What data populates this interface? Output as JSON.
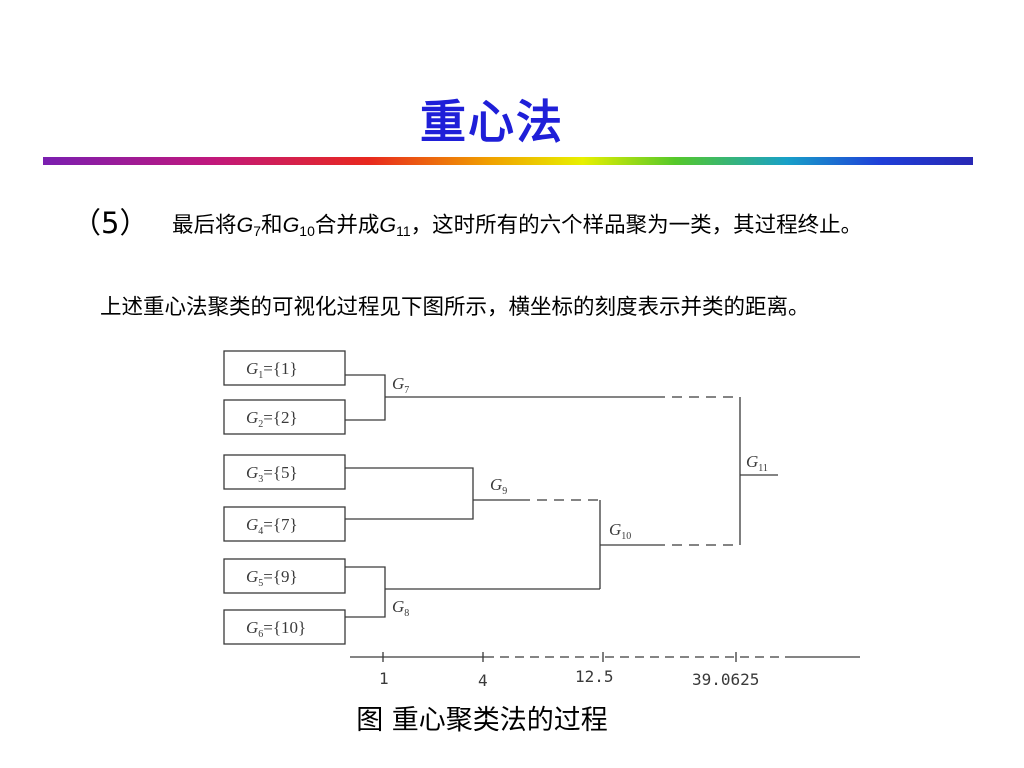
{
  "title": "重心法",
  "step_marker": "（5）",
  "paragraph1": {
    "text1": "最后将",
    "g7": "G",
    "g7_sub": "7",
    "text2": "和",
    "g10": "G",
    "g10_sub": "10",
    "text3": "合并成",
    "g11": "G",
    "g11_sub": "11",
    "text4": "，这时所有的六个样品聚为一类，其过程终止。"
  },
  "paragraph2": "上述重心法聚类的可视化过程见下图所示，横坐标的刻度表示并类的距离。",
  "dendrogram": {
    "leaves": [
      {
        "label": "G",
        "sub": "1",
        "set": "={1}"
      },
      {
        "label": "G",
        "sub": "2",
        "set": "={2}"
      },
      {
        "label": "G",
        "sub": "3",
        "set": "={5}"
      },
      {
        "label": "G",
        "sub": "4",
        "set": "={7}"
      },
      {
        "label": "G",
        "sub": "5",
        "set": "={9}"
      },
      {
        "label": "G",
        "sub": "6",
        "set": "={10}"
      }
    ],
    "merges": [
      {
        "label": "G",
        "sub": "7",
        "distance": 1
      },
      {
        "label": "G",
        "sub": "8",
        "distance": 1
      },
      {
        "label": "G",
        "sub": "9",
        "distance": 4
      },
      {
        "label": "G",
        "sub": "10",
        "distance": 12.5
      },
      {
        "label": "G",
        "sub": "11",
        "distance": 39.0625
      }
    ],
    "axis_ticks": [
      "1",
      "4",
      "12.5",
      "39.0625"
    ]
  },
  "caption": "图 重心聚类法的过程"
}
